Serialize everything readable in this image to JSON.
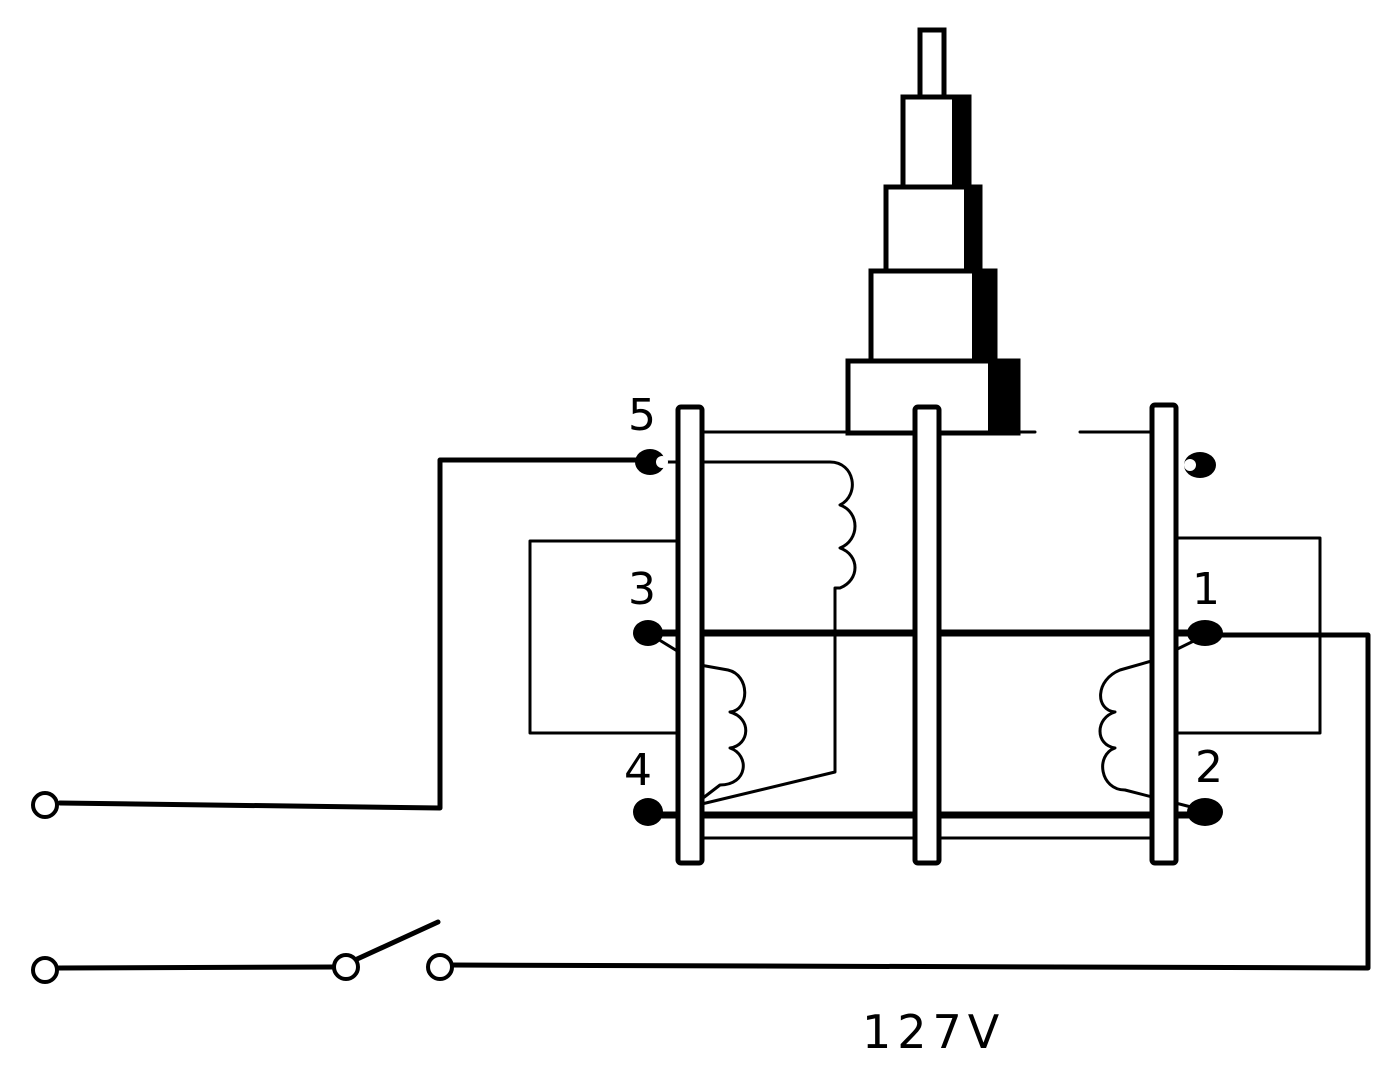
{
  "terminals": {
    "t1": "1",
    "t2": "2",
    "t3": "3",
    "t4": "4",
    "t5": "5"
  },
  "supply": {
    "voltage": "127V"
  }
}
